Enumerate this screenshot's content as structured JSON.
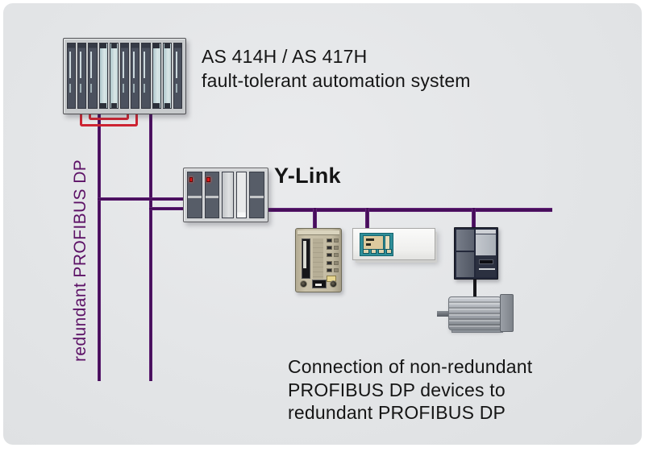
{
  "title": {
    "line1": "AS 414H / AS 417H",
    "line2": "fault-tolerant automation system"
  },
  "ylink_label": "Y-Link",
  "redundant_bus_label": "redundant PROFIBUS DP",
  "caption": {
    "line1": "Connection of non-redundant",
    "line2": "PROFIBUS DP devices to",
    "line3": "redundant PROFIBUS DP"
  },
  "colors": {
    "canvas_background": "#e3e5e7",
    "profibus_line_purple": "#430b57",
    "sync_cable_red": "#cd2432",
    "label_text": "#151515",
    "bus_label_purple": "#5c1166",
    "device2_panel_teal": "#2f8f9a",
    "ylink_led_red": "#e01818"
  },
  "figures": {
    "rack_slats": [
      "d",
      "d",
      "d",
      "c",
      "c",
      "d",
      "d",
      "d",
      "c",
      "c",
      "d"
    ],
    "ylink_modules": [
      {
        "type": "dark",
        "led": true
      },
      {
        "type": "dark",
        "led": true
      },
      {
        "type": "light",
        "led": false
      },
      {
        "type": "lighter",
        "led": false
      },
      {
        "type": "dark",
        "led": false
      }
    ]
  }
}
